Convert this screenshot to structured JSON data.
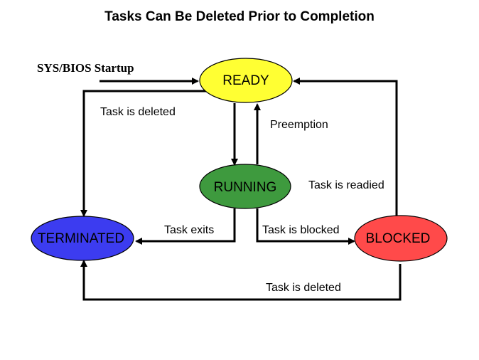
{
  "title": "Tasks Can Be Deleted Prior to Completion",
  "startup": "SYS/BIOS Startup",
  "nodes": {
    "ready": {
      "label": "READY",
      "color": "#ffff33"
    },
    "running": {
      "label": "RUNNING",
      "color": "#3e9a3e"
    },
    "blocked": {
      "label": "BLOCKED",
      "color": "#ff4a4a"
    },
    "terminated": {
      "label": "TERMINATED",
      "color": "#3c3cf0"
    }
  },
  "edges": {
    "preemption": "Preemption",
    "ready_deleted": "Task is deleted",
    "task_readied": "Task is readied",
    "task_exits": "Task exits",
    "task_blocked": "Task is blocked",
    "blocked_deleted": "Task is deleted"
  }
}
